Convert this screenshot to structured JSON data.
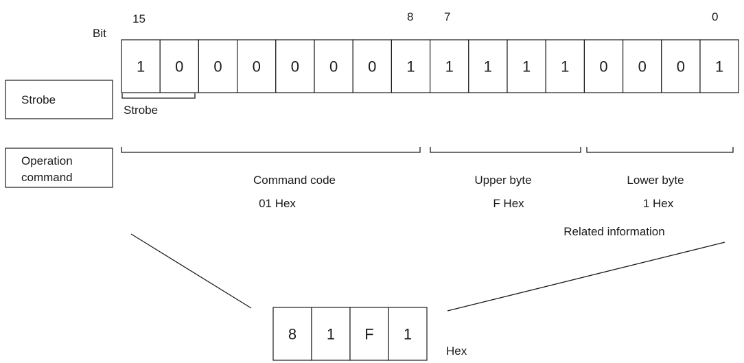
{
  "bit_label": "Bit",
  "bit_numbers": [
    "15",
    "8",
    "7",
    "0"
  ],
  "bits": [
    "1",
    "0",
    "0",
    "0",
    "0",
    "0",
    "0",
    "1",
    "1",
    "1",
    "1",
    "1",
    "0",
    "0",
    "0",
    "1"
  ],
  "side_boxes": {
    "strobe": "Strobe",
    "operation_line1": "Operation",
    "operation_line2": "command"
  },
  "strobe_bracket_label": "Strobe",
  "groups": {
    "command_code": {
      "title": "Command code",
      "value": "01 Hex"
    },
    "upper_byte": {
      "title": "Upper byte",
      "value": "F Hex"
    },
    "lower_byte": {
      "title": "Lower byte",
      "value": "1 Hex"
    }
  },
  "related_information": "Related information",
  "hex_digits": [
    "8",
    "1",
    "F",
    "1"
  ],
  "hex_label": "Hex"
}
